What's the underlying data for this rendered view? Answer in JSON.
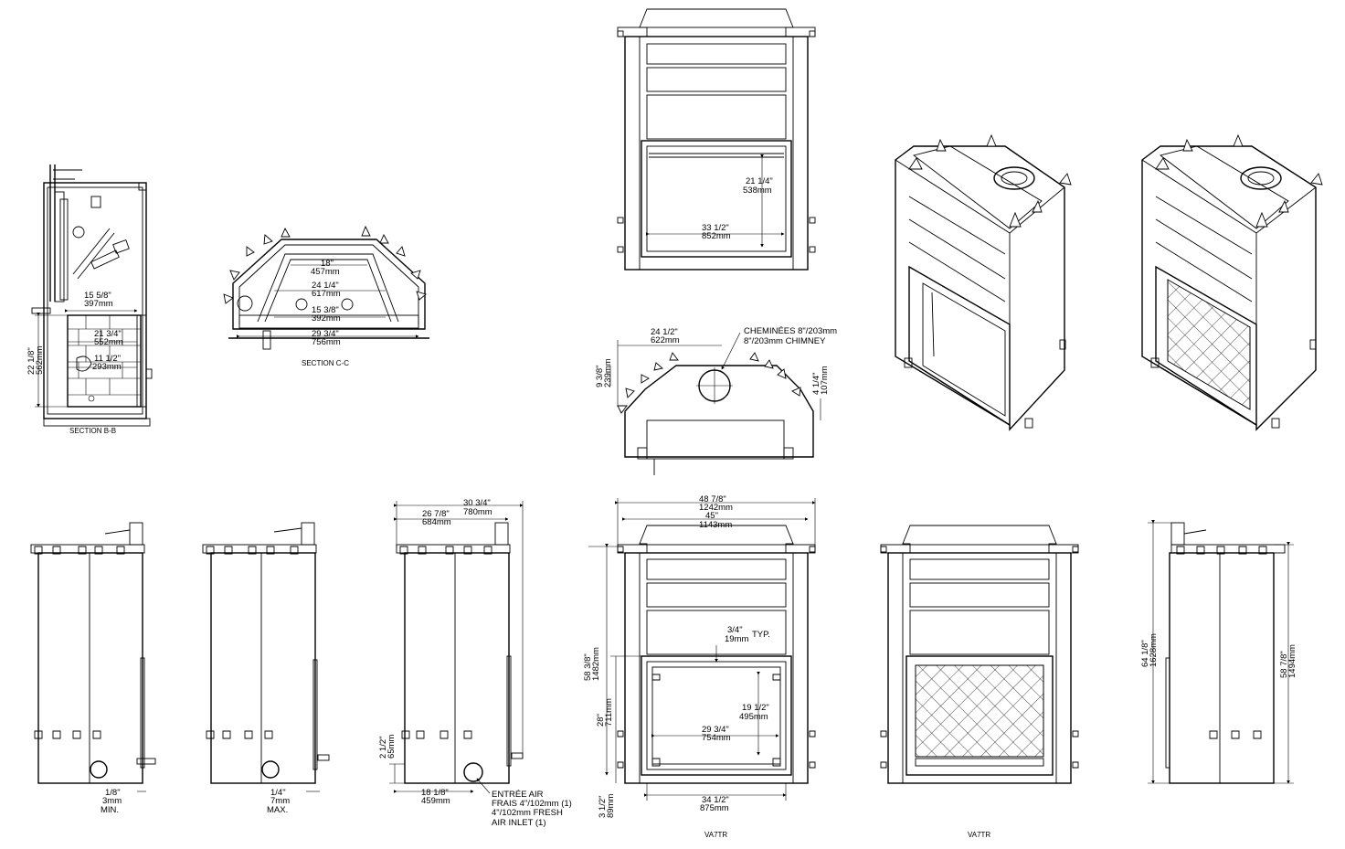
{
  "section_bb": {
    "caption": "SECTION B-B",
    "dims": {
      "d1_in": "15 5/8\"",
      "d1_mm": "397mm",
      "d2_in": "21 3/4\"",
      "d2_mm": "552mm",
      "d3_in": "11 1/2\"",
      "d3_mm": "293mm",
      "d4_in": "22 1/8\"",
      "d4_mm": "562mm"
    }
  },
  "section_cc": {
    "caption": "SECTION C-C",
    "dims": {
      "d1_in": "18\"",
      "d1_mm": "457mm",
      "d2_in": "24 1/4\"",
      "d2_mm": "617mm",
      "d3_in": "15 3/8\"",
      "d3_mm": "392mm",
      "d4_in": "29 3/4\"",
      "d4_mm": "756mm"
    }
  },
  "front_top": {
    "dims": {
      "h_in": "21 1/4\"",
      "h_mm": "538mm",
      "w_in": "33 1/2\"",
      "w_mm": "852mm"
    }
  },
  "top_view": {
    "chimney_fr": "CHEMINÉES 8\"/203mm",
    "chimney_en": "8\"/203mm CHIMNEY",
    "dims": {
      "w_in": "24 1/2\"",
      "w_mm": "622mm",
      "d1_in": "9 3/8\"",
      "d1_mm": "239mm",
      "d2_in": "4 1/4\"",
      "d2_mm": "107mm"
    }
  },
  "side_views": {
    "view1": {
      "dim_in": "1/8\"",
      "dim_mm": "3mm",
      "note": "MIN."
    },
    "view2": {
      "dim_in": "1/4\"",
      "dim_mm": "7mm",
      "note": "MAX."
    },
    "view3": {
      "w1_in": "30 3/4\"",
      "w1_mm": "780mm",
      "w2_in": "26 7/8\"",
      "w2_mm": "684mm",
      "h_in": "2 1/2\"",
      "h_mm": "65mm",
      "b_in": "18 1/8\"",
      "b_mm": "459mm",
      "inlet_l1": "ENTRÉE AIR",
      "inlet_l2": "FRAIS 4\"/102mm (1)",
      "inlet_l3": "4\"/102mm FRESH",
      "inlet_l4": "AIR INLET (1)"
    },
    "view4": {
      "h1_in": "64 1/8\"",
      "h1_mm": "1628mm",
      "h2_in": "58 7/8\"",
      "h2_mm": "1494mm"
    }
  },
  "front_bottom": {
    "caption": "VA7TR",
    "dims": {
      "w1_in": "48 7/8\"",
      "w1_mm": "1242mm",
      "w2_in": "45\"",
      "w2_mm": "1143mm",
      "gap_in": "3/4\"",
      "gap_mm": "19mm",
      "typ": "TYP.",
      "h_in": "58 3/8\"",
      "h_mm": "1482mm",
      "open_h_in": "28\"",
      "open_h_mm": "711mm",
      "glass_h_in": "19 1/2\"",
      "glass_h_mm": "495mm",
      "glass_w_in": "29 3/4\"",
      "glass_w_mm": "754mm",
      "base_w_in": "34 1/2\"",
      "base_w_mm": "875mm",
      "base_h_in": "3 1/2\"",
      "base_h_mm": "89mm"
    }
  },
  "front_screen": {
    "caption": "VA7TR"
  },
  "iso_views": {
    "count": 2
  }
}
